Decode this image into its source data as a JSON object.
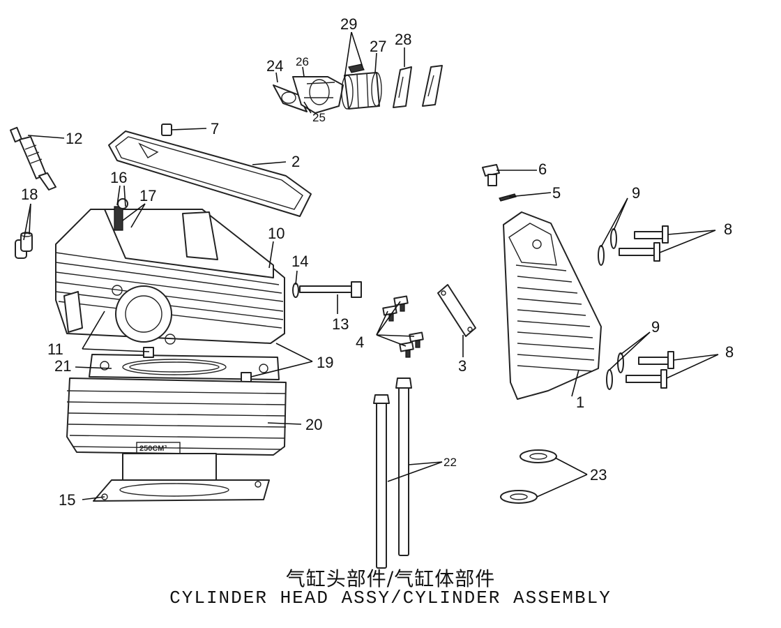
{
  "title": {
    "chinese": "气缸头部件/气缸体部件",
    "english": "CYLINDER HEAD ASSY/CYLINDER ASSEMBLY"
  },
  "casting_mark": "250CM³",
  "callouts": {
    "c1": "1",
    "c2": "2",
    "c3": "3",
    "c4": "4",
    "c5": "5",
    "c6": "6",
    "c7": "7",
    "c8a": "8",
    "c8b": "8",
    "c9a": "9",
    "c9b": "9",
    "c10": "10",
    "c11": "11",
    "c12": "12",
    "c13": "13",
    "c14": "14",
    "c15": "15",
    "c16": "16",
    "c17": "17",
    "c18": "18",
    "c19": "19",
    "c20": "20",
    "c21": "21",
    "c22": "22",
    "c23": "23",
    "c24": "24",
    "c25": "25",
    "c26": "26",
    "c27": "27",
    "c28": "28",
    "c29": "29"
  }
}
